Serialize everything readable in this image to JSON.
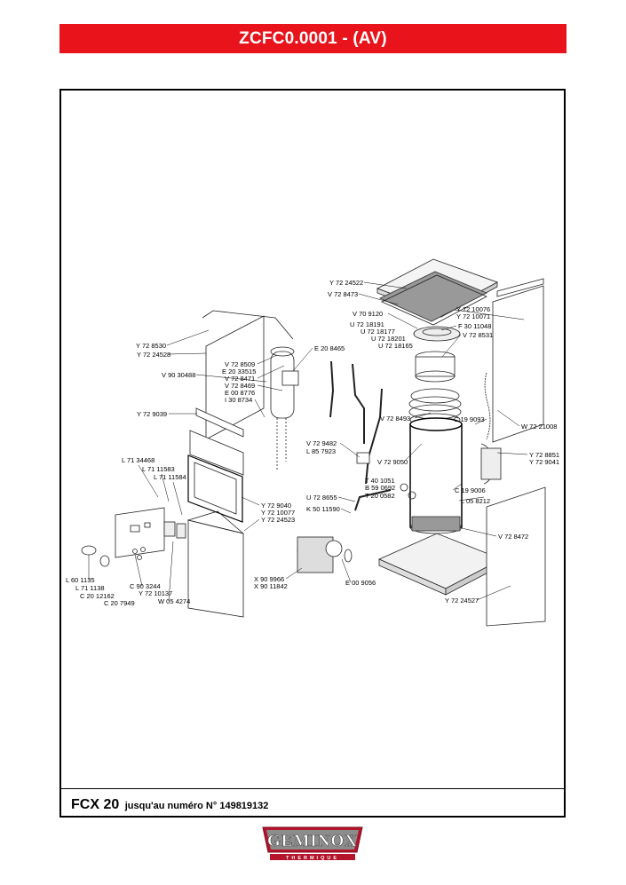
{
  "header": {
    "title": "ZCFC0.0001 - (AV)"
  },
  "footer": {
    "model": "FCX 20",
    "subtitle": "jusqu'au numéro N° 149819132"
  },
  "logo": {
    "text": "GEMINOX",
    "tagline": "THERMIQUE"
  },
  "colors": {
    "banner": "#e8131b",
    "logo": "#b5142a"
  },
  "parts": [
    {
      "id": "p01",
      "text": "Y 72 24522"
    },
    {
      "id": "p02",
      "text": "V 72 8473"
    },
    {
      "id": "p03",
      "text": "V 70 9120"
    },
    {
      "id": "p04",
      "text": "U 72 18191"
    },
    {
      "id": "p05",
      "text": "U 72 18177"
    },
    {
      "id": "p06",
      "text": "U 72 18201"
    },
    {
      "id": "p07",
      "text": "U 72 18165"
    },
    {
      "id": "p08",
      "text": "Y 72 10076"
    },
    {
      "id": "p09",
      "text": "Y 72 10071"
    },
    {
      "id": "p10",
      "text": "F 30 11048"
    },
    {
      "id": "p11",
      "text": "V 72 8531"
    },
    {
      "id": "p12",
      "text": "Y 72 8530"
    },
    {
      "id": "p13",
      "text": "Y 72 24528"
    },
    {
      "id": "p14",
      "text": "V 72 8509"
    },
    {
      "id": "p15",
      "text": "E 20 33515"
    },
    {
      "id": "p16",
      "text": "V 72 8471"
    },
    {
      "id": "p17",
      "text": "V 72 8469"
    },
    {
      "id": "p18",
      "text": "E 00 8776"
    },
    {
      "id": "p19",
      "text": "I 30 8734"
    },
    {
      "id": "p20",
      "text": "V 90 30488"
    },
    {
      "id": "p21",
      "text": "E 20 8465"
    },
    {
      "id": "p22",
      "text": "V 72 8493"
    },
    {
      "id": "p23",
      "text": "C 19 9093"
    },
    {
      "id": "p24",
      "text": "W 72 21008"
    },
    {
      "id": "p25",
      "text": "Y 72 9039"
    },
    {
      "id": "p26",
      "text": "V 72 9482"
    },
    {
      "id": "p27",
      "text": "L 85 7923"
    },
    {
      "id": "p28",
      "text": "Y 72 8851"
    },
    {
      "id": "p29",
      "text": "Y 72 9041"
    },
    {
      "id": "p30",
      "text": "L 71 34468"
    },
    {
      "id": "p31",
      "text": "L 71 11583"
    },
    {
      "id": "p32",
      "text": "L 71 11584"
    },
    {
      "id": "p33",
      "text": "V 72 9050"
    },
    {
      "id": "p34",
      "text": "T 40 1051"
    },
    {
      "id": "p35",
      "text": "B 59 0692"
    },
    {
      "id": "p36",
      "text": "T 20 0582"
    },
    {
      "id": "p37",
      "text": "C 19 9006"
    },
    {
      "id": "p38",
      "text": "L 05 8212"
    },
    {
      "id": "p39",
      "text": "U 72 8655"
    },
    {
      "id": "p40",
      "text": "K 50 11590"
    },
    {
      "id": "p41",
      "text": "Y 72 9040"
    },
    {
      "id": "p42",
      "text": "Y 72 10077"
    },
    {
      "id": "p43",
      "text": "Y 72 24523"
    },
    {
      "id": "p44",
      "text": "V 72 8472"
    },
    {
      "id": "p45",
      "text": "X 90 9966"
    },
    {
      "id": "p46",
      "text": "X 90 11842"
    },
    {
      "id": "p47",
      "text": "E 00 9056"
    },
    {
      "id": "p48",
      "text": "L 60 1135"
    },
    {
      "id": "p49",
      "text": "L 71 1138"
    },
    {
      "id": "p50",
      "text": "C 20 12162"
    },
    {
      "id": "p51",
      "text": "C 20 7949"
    },
    {
      "id": "p52",
      "text": "C 90 3244"
    },
    {
      "id": "p53",
      "text": "Y 72 10137"
    },
    {
      "id": "p54",
      "text": "W 05 4274"
    },
    {
      "id": "p55",
      "text": "Y 72 24527"
    }
  ]
}
